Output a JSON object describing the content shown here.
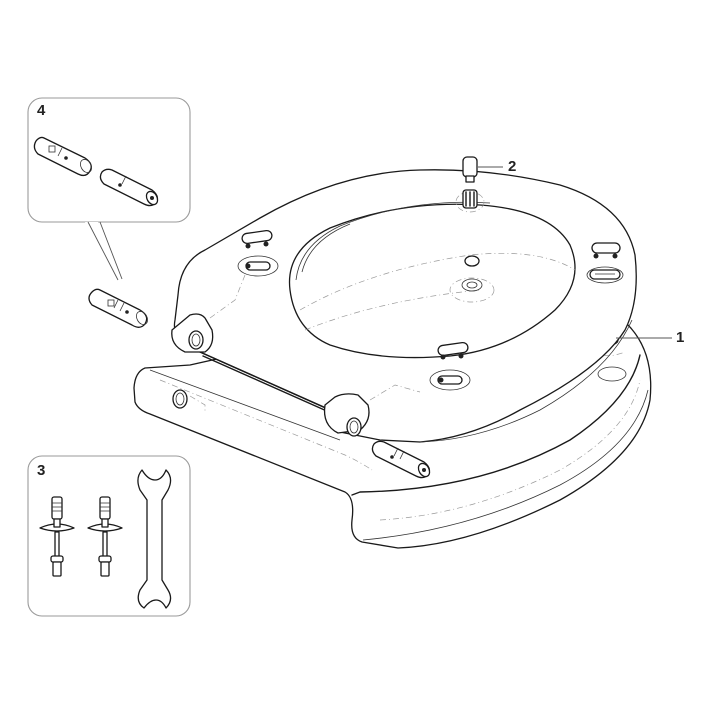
{
  "diagram": {
    "type": "exploded-parts-diagram",
    "subject": "toilet seat and lid assembly",
    "callouts": [
      {
        "id": "1",
        "label": "1",
        "part": "seat buffer (bottom bumper)"
      },
      {
        "id": "2",
        "label": "2",
        "part": "lid buffer with clip"
      },
      {
        "id": "3",
        "label": "3",
        "part": "fixing bolts (x2) and double-ended wrench"
      },
      {
        "id": "4",
        "label": "4",
        "part": "hinge pins / axles (x2)"
      }
    ],
    "colors": {
      "line": "#1a1a1a",
      "box_border": "#9a9a9a",
      "dashed_hidden": "#9a9a9a",
      "background": "#ffffff"
    }
  }
}
